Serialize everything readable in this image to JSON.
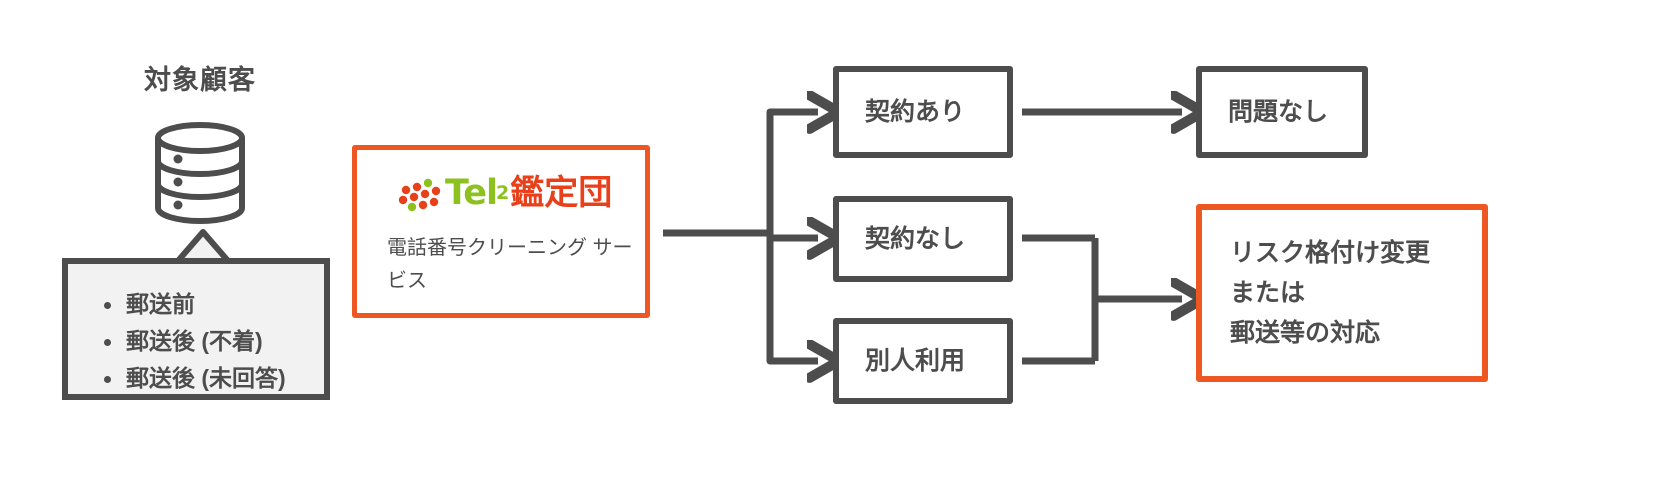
{
  "diagram": {
    "type": "flow-diagram",
    "language": "ja",
    "colors": {
      "accent_orange": "#EE5622",
      "logo_green": "#8CC11F",
      "logo_red": "#E8401B",
      "line_gray": "#4D4D4D",
      "callout_fill": "#F2F2F2",
      "background": "#FFFFFF"
    }
  },
  "source": {
    "title": "対象顧客",
    "icon": "database-icon",
    "callout": {
      "items": [
        "郵送前",
        "郵送後 (不着)",
        "郵送後 (未回答)"
      ]
    }
  },
  "service": {
    "logo": {
      "dots": "dot-cluster-icon",
      "word": "Tel",
      "superscript": "2",
      "kanji": "鑑定団"
    },
    "subtitle": "電話番号クリーニング\nサービス"
  },
  "branches": [
    {
      "label": "契約あり"
    },
    {
      "label": "契約なし"
    },
    {
      "label": "別人利用"
    }
  ],
  "outcomes": [
    {
      "label": "問題なし"
    },
    {
      "label": "リスク格付け変更\nまたは\n郵送等の対応"
    }
  ]
}
